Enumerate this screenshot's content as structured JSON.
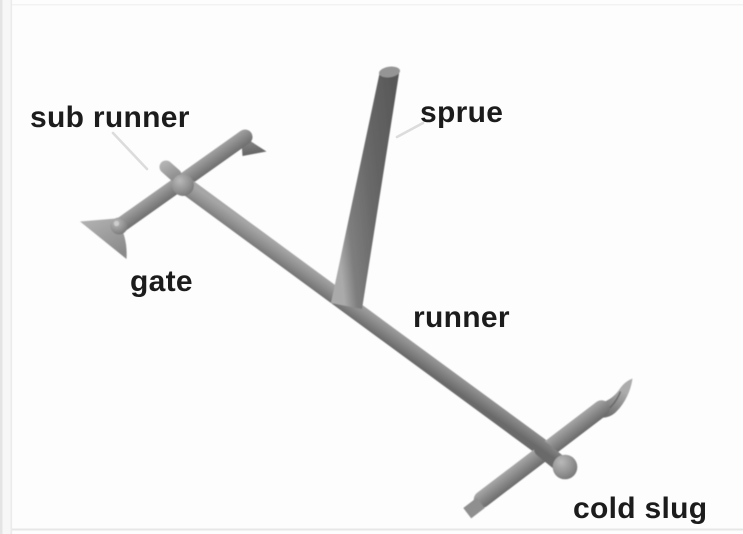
{
  "figure": {
    "labels": {
      "sub_runner": "sub runner",
      "sprue": "sprue",
      "gate": "gate",
      "runner": "runner",
      "cold_slug": "cold slug"
    },
    "colors": {
      "background": "#fdfdfd",
      "metal_light": "#a4a4a4",
      "metal_mid": "#8c8c8c",
      "metal_dark": "#6a6a6a",
      "sprue_body": "#696969",
      "label_text": "#1b1b1b",
      "page_edge": "#e7e7e7",
      "leader_line": "#dcdcdc"
    }
  }
}
